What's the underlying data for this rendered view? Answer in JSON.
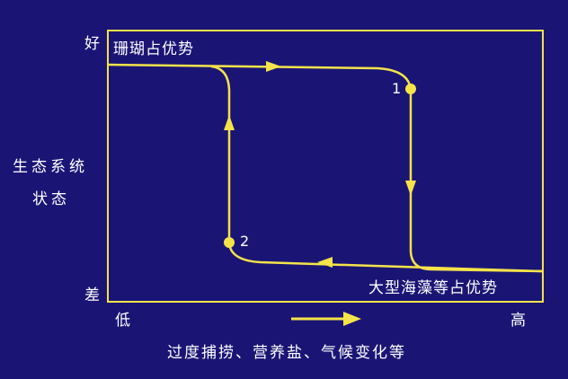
{
  "diagram": {
    "y_axis": {
      "top": "好",
      "bottom": "差",
      "label_line1": "生态系统",
      "label_line2": "状态"
    },
    "x_axis": {
      "low": "低",
      "high": "高",
      "label": "过度捕捞、营养盐、气候变化等"
    },
    "states": {
      "upper": "珊瑚占优势",
      "lower": "大型海藻等占优势"
    },
    "points": {
      "p1": "1",
      "p2": "2"
    },
    "colors": {
      "background": "#1a1575",
      "curve": "#f5e34a",
      "frame": "#f5e34a",
      "text": "#ffffff"
    }
  }
}
